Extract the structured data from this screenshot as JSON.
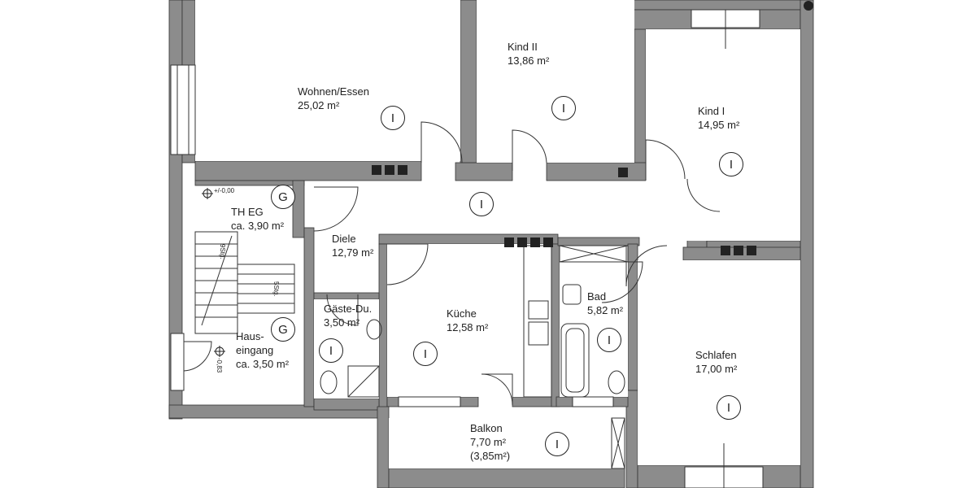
{
  "rooms": {
    "wohnen": {
      "name": "Wohnen/Essen",
      "area": "25,02 m²",
      "code": "I"
    },
    "kind2": {
      "name": "Kind II",
      "area": "13,86 m²",
      "code": "I"
    },
    "kind1": {
      "name": "Kind I",
      "area": "14,95 m²",
      "code": "I"
    },
    "diele": {
      "name": "Diele",
      "area": "12,79 m²",
      "code": "I"
    },
    "th": {
      "name": "TH EG",
      "area": "ca. 3,90 m²",
      "code": "G"
    },
    "haus": {
      "line1": "Haus-",
      "line2": "eingang",
      "area": "ca. 3,50 m²",
      "code": "G"
    },
    "gaeste": {
      "name": "Gäste-Du.",
      "area": "3,50 m²",
      "code": "I"
    },
    "kueche": {
      "name": "Küche",
      "area": "12,58 m²",
      "code": "I"
    },
    "bad": {
      "name": "Bad",
      "area": "5,82 m²",
      "code": "I"
    },
    "schlafen": {
      "name": "Schlafen",
      "area": "17,00 m²",
      "code": "I"
    },
    "balkon": {
      "name": "Balkon",
      "area": "7,70 m²",
      "area2": "(3,85m²)",
      "code": "I"
    }
  },
  "levels": {
    "top": "+/-0,00",
    "entry": "-0,83"
  },
  "stairs": {
    "upper": "9Stg.",
    "lower": "5Stg."
  },
  "colors": {
    "wall": "#8c8c8c",
    "line": "#222222"
  }
}
